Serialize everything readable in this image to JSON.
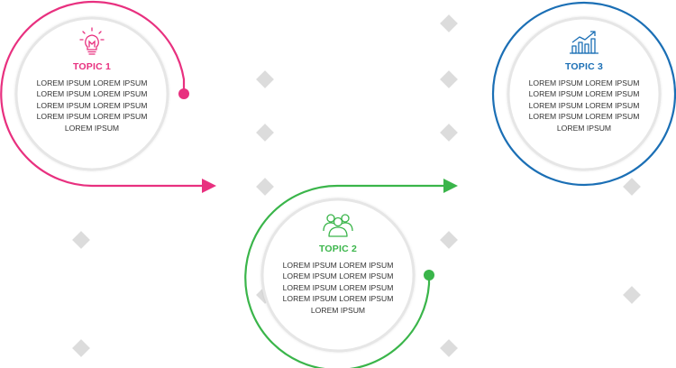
{
  "topics": [
    {
      "title": "TOPIC 1",
      "color": "#e8307f",
      "icon": "lightbulb-icon",
      "lines": [
        "LOREM IPSUM LOREM IPSUM",
        "LOREM IPSUM LOREM IPSUM",
        "LOREM IPSUM LOREM IPSUM",
        "LOREM IPSUM LOREM IPSUM",
        "LOREM IPSUM"
      ]
    },
    {
      "title": "TOPIC 2",
      "color": "#3ab54a",
      "icon": "group-of-people-icon",
      "lines": [
        "LOREM IPSUM LOREM IPSUM",
        "LOREM IPSUM LOREM IPSUM",
        "LOREM IPSUM LOREM IPSUM",
        "LOREM IPSUM LOREM IPSUM",
        "LOREM IPSUM"
      ]
    },
    {
      "title": "TOPIC 3",
      "color": "#1b6fb5",
      "icon": "bar-chart-growth-icon",
      "lines": [
        "LOREM IPSUM LOREM IPSUM",
        "LOREM IPSUM LOREM IPSUM",
        "LOREM IPSUM LOREM IPSUM",
        "LOREM IPSUM LOREM IPSUM",
        "LOREM IPSUM"
      ]
    }
  ],
  "colors": {
    "inner_ring": "#e6e6e6",
    "watermark": "#dcdcdc",
    "text": "#333333"
  }
}
